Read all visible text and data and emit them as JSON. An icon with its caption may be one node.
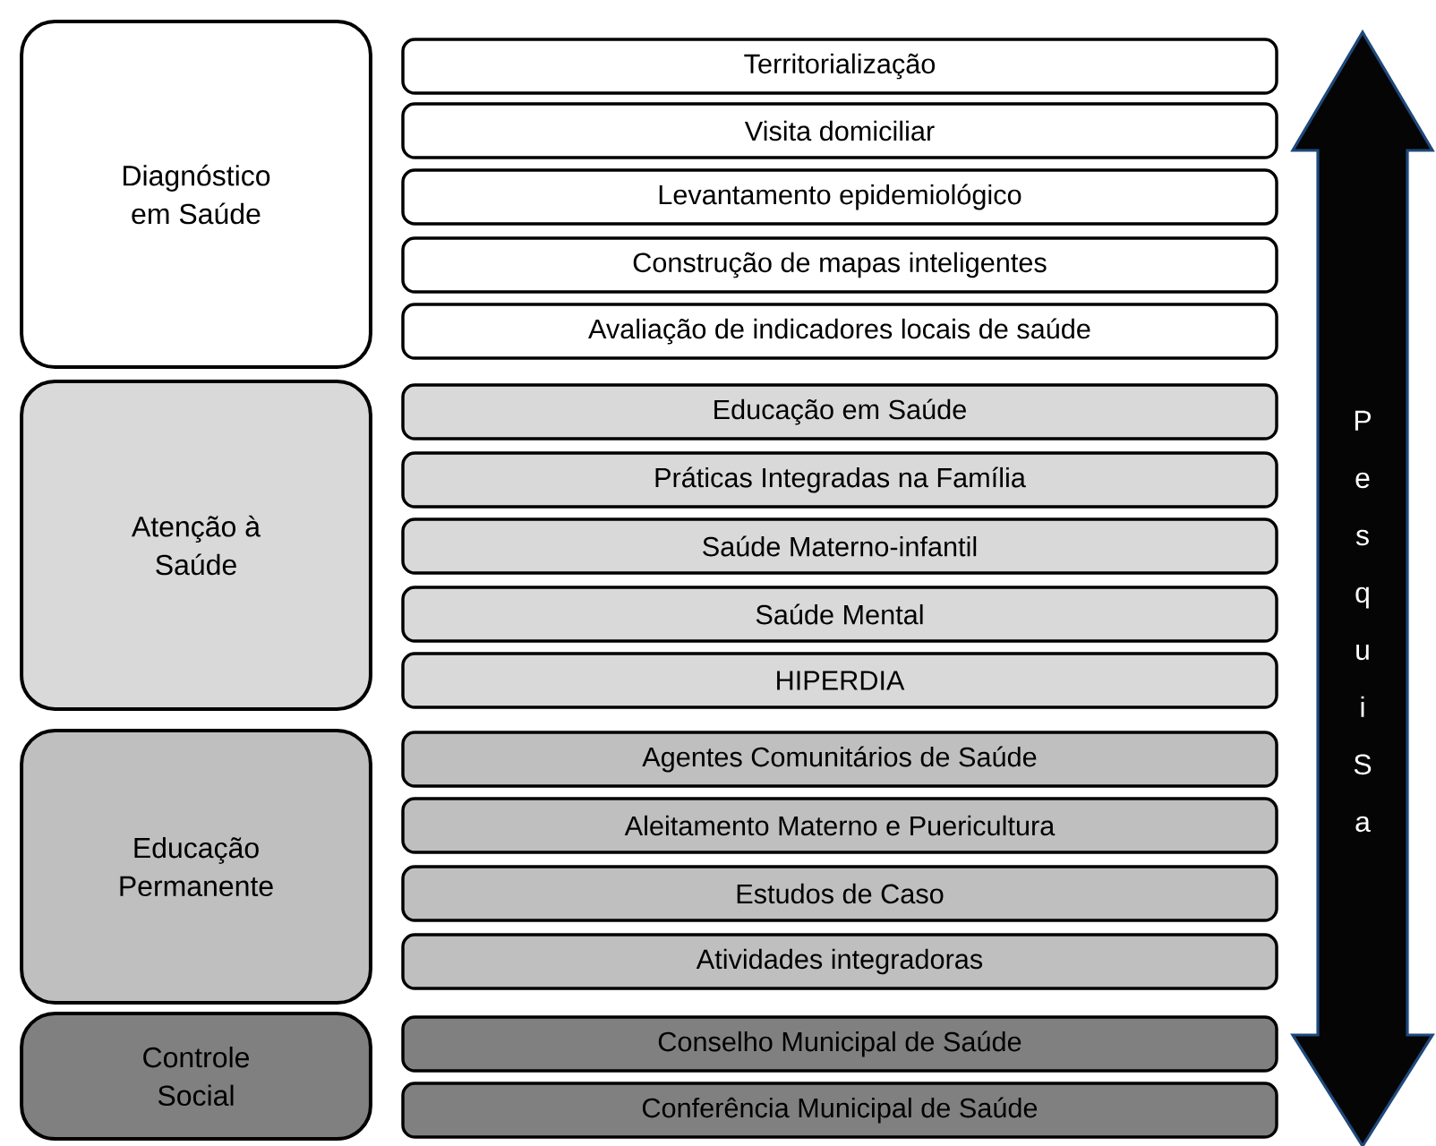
{
  "diagram": {
    "nodes": [
      {
        "text": [
          "Diagnóstico em Saúde"
        ]
      },
      {
        "text": [
          "Territorialização"
        ]
      },
      {
        "text": [
          "Visita domiciliar"
        ]
      },
      {
        "text": [
          "Levantamento epidemiológico"
        ]
      },
      {
        "text": [
          "Construção de mapas inteligentes"
        ]
      },
      {
        "text": [
          "Avaliação de indicadores locais de saúde"
        ]
      },
      {
        "text": [
          "Atenção à Saúde"
        ]
      },
      {
        "text": [
          "Educação em Saúde"
        ]
      },
      {
        "text": [
          "Práticas Integradas na Família"
        ]
      },
      {
        "text": [
          "Saúde  Materno-infantil"
        ]
      },
      {
        "text": [
          "Saúde Mental"
        ]
      },
      {
        "text": [
          "HIPERDIA"
        ]
      },
      {
        "text": [
          "Educação Permanente"
        ]
      },
      {
        "text": [
          "Agentes Comunitários de Saúde"
        ]
      },
      {
        "text": [
          "Aleitamento Materno e Puericultura"
        ]
      },
      {
        "text": [
          "Estudos de Caso"
        ]
      },
      {
        "text": [
          "Atividades integradoras"
        ]
      },
      {
        "text": [
          "Controle Social"
        ]
      },
      {
        "text": [
          "Conselho Municipal de Saúde"
        ]
      },
      {
        "text": [
          "Conferência Municipal de Saúde"
        ]
      },
      {
        "text": [
          "P e s q u i S a"
        ]
      }
    ],
    "edges": []
  }
}
